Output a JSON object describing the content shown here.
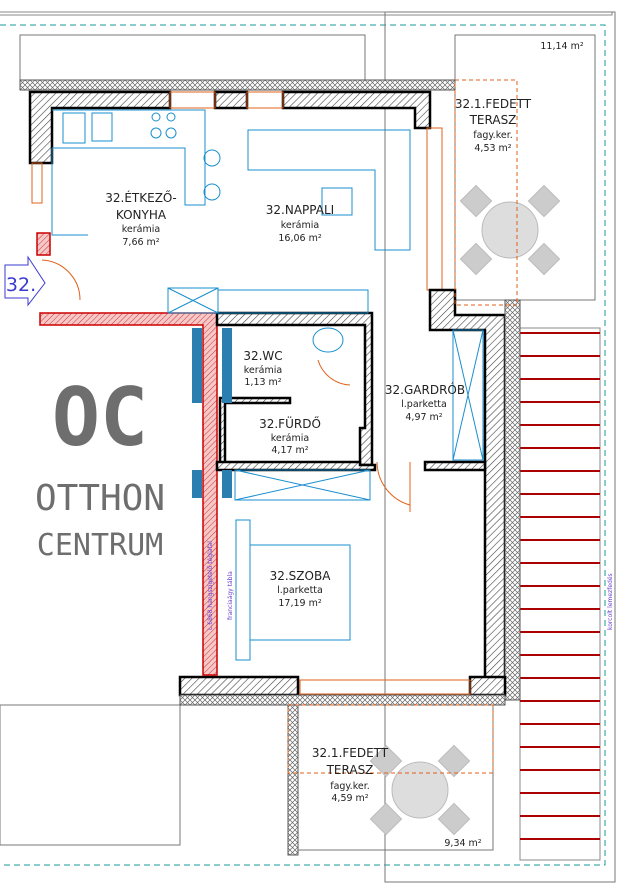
{
  "rooms": {
    "kitchen": {
      "name_line1": "32.ÉTKEZŐ-",
      "name_line2": "KONYHA",
      "floor": "kerámia",
      "area": "7,66 m²"
    },
    "living": {
      "name": "32.NAPPALI",
      "floor": "kerámia",
      "area": "16,06 m²"
    },
    "terrace_top": {
      "name_line1": "32.1.FEDETT",
      "name_line2": "TERASZ",
      "floor": "fagy.ker.",
      "area": "4,53 m²",
      "total_area": "11,14 m²"
    },
    "wc": {
      "name": "32.WC",
      "floor": "kerámia",
      "area": "1,13 m²"
    },
    "bathroom": {
      "name": "32.FÜRDŐ",
      "floor": "kerámia",
      "area": "4,17 m²"
    },
    "wardrobe": {
      "name": "32.GARDRÓB",
      "floor": "l.parketta",
      "area": "4,97 m²"
    },
    "bedroom": {
      "name": "32.SZOBA",
      "floor": "l.parketta",
      "area": "17,19 m²"
    },
    "terrace_bottom": {
      "name_line1": "32.1.FEDETT",
      "name_line2": "TERASZ",
      "floor": "fagy.ker.",
      "area": "4,59 m²",
      "total_area": "9,34 m²"
    }
  },
  "unit_badge": "32.",
  "annotations": {
    "roof": "korcolt lemezfedés",
    "wall": "L.6868 hangszigetelő téglafal",
    "bed_note": "franciaágy tábla"
  },
  "watermark": {
    "logo": "OC",
    "line1": "OTTHON",
    "line2": "CENTRUM"
  },
  "colors": {
    "wall": "#000000",
    "furniture": "#1a8fd0",
    "windows": "#e0601a",
    "fire_wall": "#cc0000",
    "outline": "#1a9a9a"
  }
}
